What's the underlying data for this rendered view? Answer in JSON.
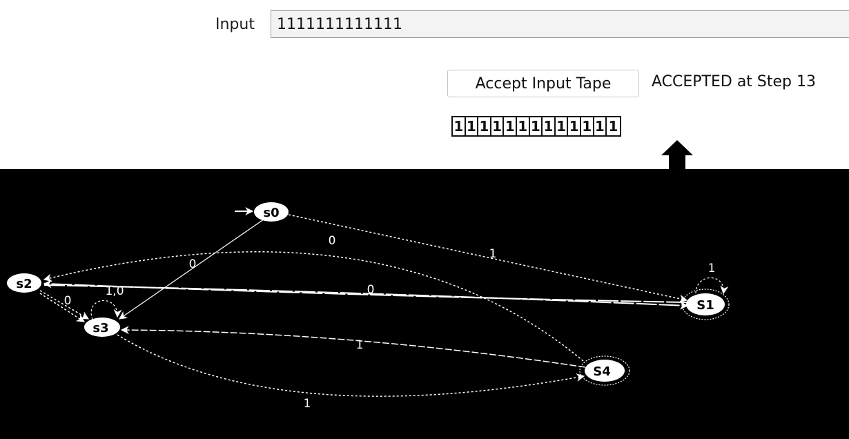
{
  "input": {
    "label": "Input",
    "value": "1111111111111"
  },
  "controls": {
    "accept_button_label": "Accept Input Tape",
    "status": "ACCEPTED at Step 13"
  },
  "tape": {
    "cells": [
      "1",
      "1",
      "1",
      "1",
      "1",
      "1",
      "1",
      "1",
      "1",
      "1",
      "1",
      "1",
      "1"
    ]
  },
  "automaton": {
    "states": [
      {
        "id": "s0",
        "label": "s0",
        "start": true,
        "accepting": false
      },
      {
        "id": "s1",
        "label": "S1",
        "start": false,
        "accepting": true
      },
      {
        "id": "s2",
        "label": "s2",
        "start": false,
        "accepting": false
      },
      {
        "id": "s3",
        "label": "s3",
        "start": false,
        "accepting": false
      },
      {
        "id": "s4",
        "label": "S4",
        "start": false,
        "accepting": true
      }
    ],
    "edge_labels": {
      "s0_s3": "0",
      "s0_s1": "1",
      "s4_s2": "0",
      "s1_self": "1",
      "s1_s2": "0",
      "s2_s3": "0",
      "s3_self": "1,0",
      "s4_s3": "1",
      "s3_s4": "1"
    }
  }
}
